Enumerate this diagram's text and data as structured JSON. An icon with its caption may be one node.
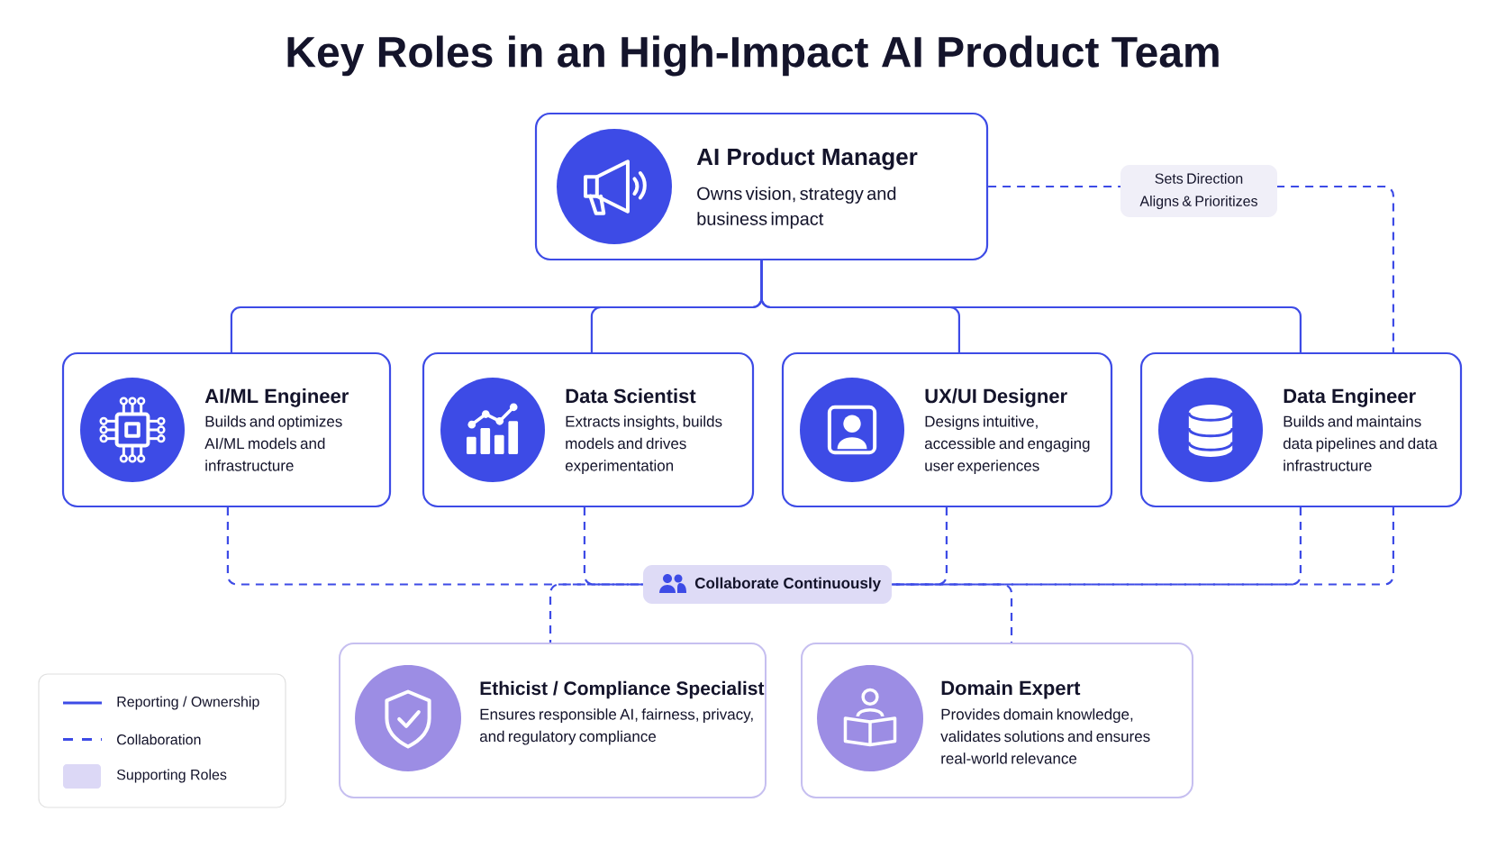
{
  "diagram": {
    "title": "Key Roles in an High-Impact AI Product Team",
    "nodes": [
      {
        "text": [
          "AI Product Manager",
          "Owns vision, strategy and business impact"
        ]
      },
      {
        "text": [
          "AI/ML Engineer",
          "Builds and optimizes AI/ML models and infrastructure"
        ]
      },
      {
        "text": [
          "Data Scientist",
          "Extracts insights, builds models and drives experimentation"
        ]
      },
      {
        "text": [
          "UX/UI Designer",
          "Designs intuitive, accessible and engaging user experiences"
        ]
      },
      {
        "text": [
          "Data Engineer",
          "Builds and maintains data pipelines and data infrastructure"
        ]
      },
      {
        "text": [
          "Collaborate Continuously"
        ]
      },
      {
        "text": [
          "Ethicist / Compliance Specialist",
          "Ensures responsible AI, fairness, privacy, and regulatory compliance"
        ]
      },
      {
        "text": [
          "Domain Expert",
          "Provides domain knowledge, validates solutions and ensures real-world relevance"
        ]
      }
    ],
    "edges": [
      {
        "from": 0,
        "to": 1,
        "arrow": "none"
      },
      {
        "from": 0,
        "to": 2,
        "arrow": "none"
      },
      {
        "from": 0,
        "to": 3,
        "arrow": "none"
      },
      {
        "from": 0,
        "to": 4,
        "arrow": "none"
      },
      {
        "from": 0,
        "to": 4,
        "arrow": "none",
        "style": "dashed",
        "label": "Sets Direction Aligns & Prioritizes"
      },
      {
        "from": 1,
        "to": 5,
        "arrow": "none",
        "style": "dashed"
      },
      {
        "from": 2,
        "to": 5,
        "arrow": "none",
        "style": "dashed"
      },
      {
        "from": 3,
        "to": 5,
        "arrow": "none",
        "style": "dashed"
      },
      {
        "from": 4,
        "to": 5,
        "arrow": "none",
        "style": "dashed"
      },
      {
        "from": 4,
        "to": 5,
        "arrow": "none",
        "style": "dashed"
      },
      {
        "from": 5,
        "to": 6,
        "arrow": "none",
        "style": "dashed"
      },
      {
        "from": 5,
        "to": 7,
        "arrow": "none",
        "style": "dashed"
      }
    ],
    "legend": [
      {
        "text": "Reporting / Ownership"
      },
      {
        "text": "Collaboration"
      },
      {
        "text": "Supporting Roles",
        "color": "#dcd8f6"
      }
    ]
  }
}
